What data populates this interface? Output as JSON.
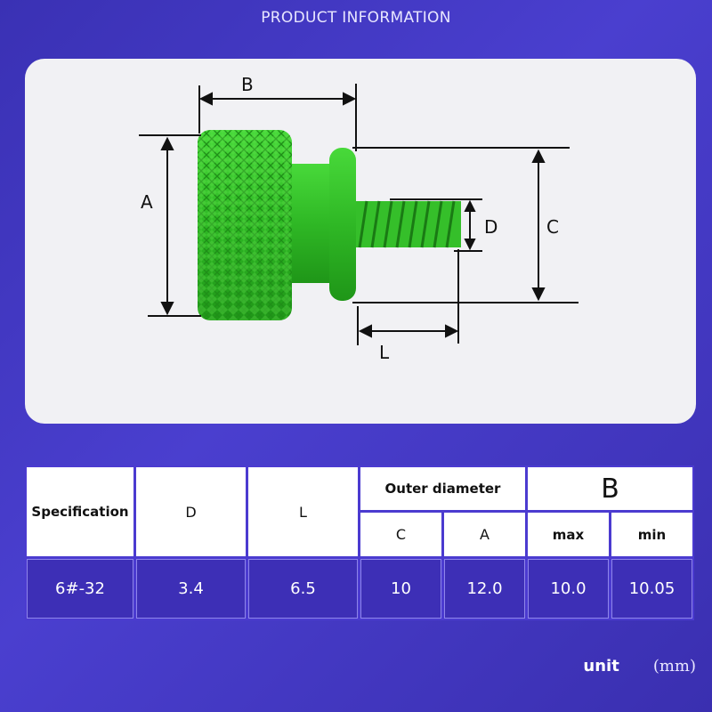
{
  "header": {
    "title": "PRODUCT INFORMATION"
  },
  "diagram": {
    "labels": {
      "a": "A",
      "b": "B",
      "c": "C",
      "d": "D",
      "l": "L"
    },
    "part_color": "#37c22a"
  },
  "table": {
    "headers": {
      "specification": "Specification",
      "d": "D",
      "l": "L",
      "outer_diameter": "Outer diameter",
      "b": "B",
      "c": "C",
      "a": "A",
      "max": "max",
      "min": "min"
    },
    "row": {
      "specification": "6#-32",
      "d": "3.4",
      "l": "6.5",
      "c": "10",
      "a": "12.0",
      "max": "10.0",
      "min": "10.05"
    }
  },
  "footer": {
    "unit_label": "unit",
    "unit_value": "(mm)"
  }
}
